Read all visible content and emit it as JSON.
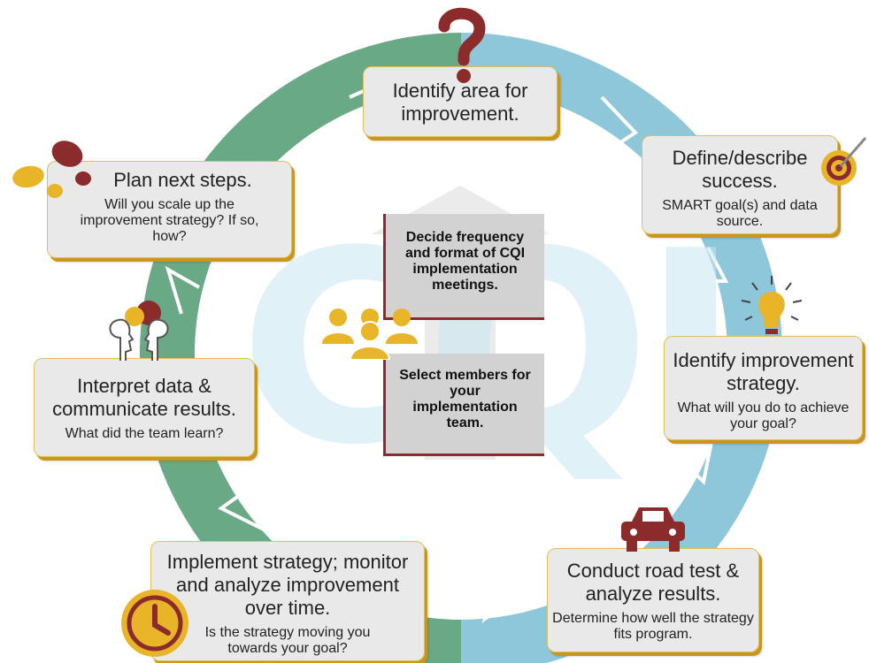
{
  "watermark": "CQI",
  "colors": {
    "ring_green": "#6aa986",
    "ring_blue": "#8ec6da",
    "accent_gold": "#e8b428",
    "accent_maroon": "#8b2b2b",
    "box_bg": "#e9e9e9"
  },
  "steps": [
    {
      "title": "Identify area for improvement.",
      "subtitle": "",
      "icon": "question-mark-icon"
    },
    {
      "title": "Define/describe success.",
      "subtitle": "SMART goal(s) and data source.",
      "icon": "target-icon"
    },
    {
      "title": "Identify improvement strategy.",
      "subtitle": "What will you do to achieve your goal?",
      "icon": "lightbulb-icon"
    },
    {
      "title": "Conduct road test & analyze results.",
      "subtitle": "Determine how well the strategy fits program.",
      "icon": "car-icon"
    },
    {
      "title": "Implement strategy; monitor and analyze improvement over time.",
      "subtitle": "Is the strategy moving you towards your goal?",
      "icon": "clock-icon"
    },
    {
      "title": "Interpret data & communicate results.",
      "subtitle": "What did the team learn?",
      "icon": "people-talking-icon"
    },
    {
      "title": "Plan next steps.",
      "subtitle": "Will you scale up the improvement strategy? If so, how?",
      "icon": "footprints-icon"
    }
  ],
  "center": {
    "top": "Decide frequency and format of CQI implementation meetings.",
    "bottom": "Select members for your implementation team.",
    "icon": "team-icon"
  }
}
